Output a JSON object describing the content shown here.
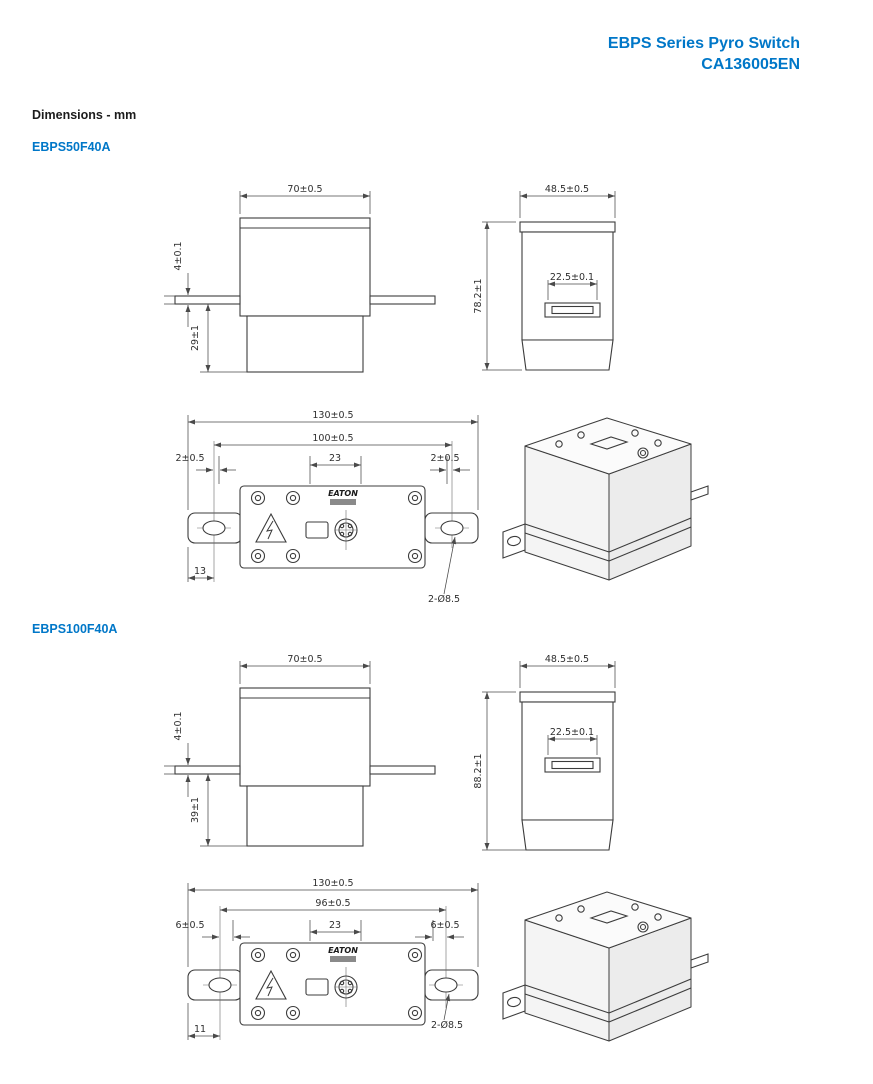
{
  "header": {
    "title": "EBPS Series Pyro Switch",
    "doc_number": "CA136005EN"
  },
  "page": {
    "dimensions_label": "Dimensions - mm"
  },
  "colors": {
    "brand_blue": "#0077c8",
    "drawing_line": "#3c3c3c"
  },
  "models": {
    "m50": {
      "name": "EBPS50F40A",
      "front": {
        "width": "70±0.5",
        "blade_thickness": "4±0.1",
        "body_height": "29±1"
      },
      "side": {
        "width": "48.5±0.5",
        "height": "78.2±1",
        "terminal_width": "22.5±0.1"
      },
      "plan": {
        "overall_width": "130±0.5",
        "hole_pitch": "100±0.5",
        "connector_offset": "23",
        "edge_left": "2±0.5",
        "edge_right": "2±0.5",
        "foot_offset": "13",
        "mounting_holes": "2-Ø8.5",
        "logo": "EATON"
      }
    },
    "m100": {
      "name": "EBPS100F40A",
      "front": {
        "width": "70±0.5",
        "blade_thickness": "4±0.1",
        "body_height": "39±1"
      },
      "side": {
        "width": "48.5±0.5",
        "height": "88.2±1",
        "terminal_width": "22.5±0.1"
      },
      "plan": {
        "overall_width": "130±0.5",
        "hole_pitch": "96±0.5",
        "connector_offset": "23",
        "edge_left": "6±0.5",
        "edge_right": "6±0.5",
        "foot_offset": "11",
        "mounting_holes": "2-Ø8.5",
        "logo": "EATON"
      }
    }
  }
}
